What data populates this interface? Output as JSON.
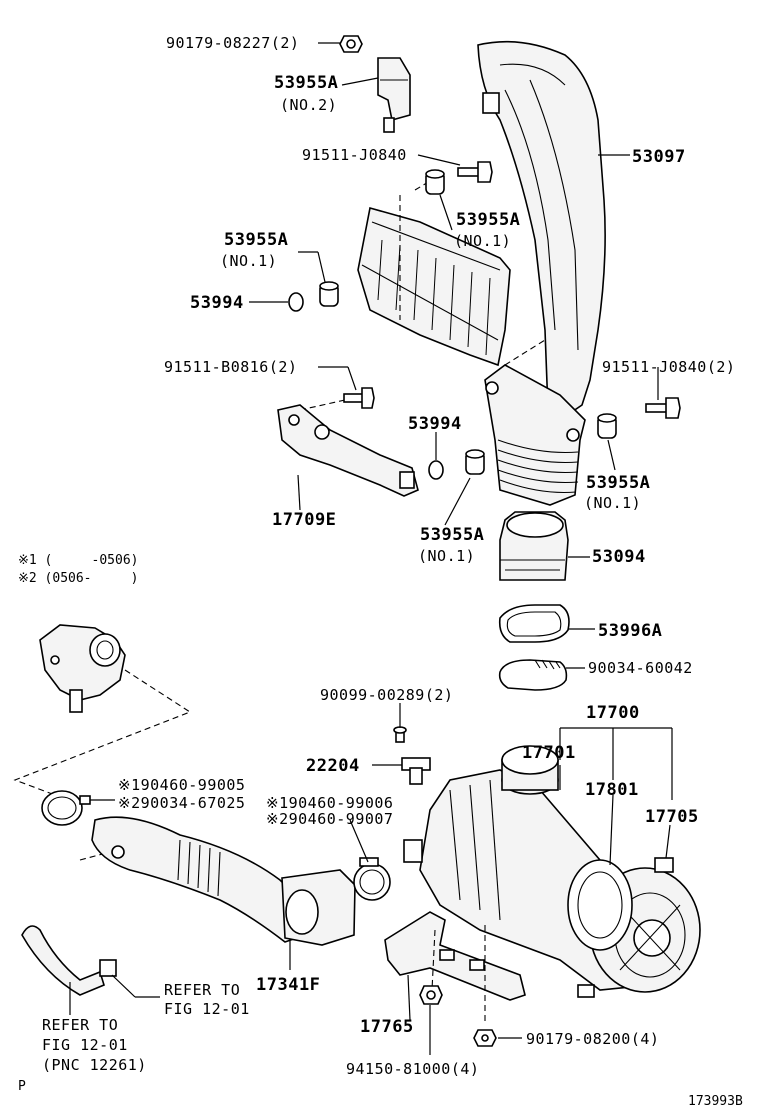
{
  "labels": {
    "p90179_08227": "90179-08227(2)",
    "p53955A_no2": "53955A",
    "p53955A_no2_sub": "(NO.2)",
    "p91511_J0840_top": "91511-J0840",
    "p53097": "53097",
    "p53955A_a": "53955A",
    "p53955A_a_sub": "(NO.1)",
    "p53955A_b": "53955A",
    "p53955A_b_sub": "(NO.1)",
    "p53994_a": "53994",
    "p91511_B0816": "91511-B0816(2)",
    "p91511_J0840_right": "91511-J0840(2)",
    "p53994_b": "53994",
    "p53955A_c": "53955A",
    "p53955A_c_sub": "(NO.1)",
    "p17709E": "17709E",
    "p53955A_d": "53955A",
    "p53955A_d_sub": "(NO.1)",
    "p53094": "53094",
    "p53996A": "53996A",
    "p90034_60042": "90034-60042",
    "p90099_00289": "90099-00289(2)",
    "p17700": "17700",
    "p22204": "22204",
    "p17701": "17701",
    "p17801": "17801",
    "p17705": "17705",
    "p90460_99005": "※190460-99005",
    "p90034_67025": "※290034-67025",
    "p90460_99006": "※190460-99006",
    "p90460_99007": "※290460-99007",
    "p17341F": "17341F",
    "p17765": "17765",
    "p90179_08200": "90179-08200(4)",
    "p94150_81000": "94150-81000(4)"
  },
  "notes": {
    "note1": "※1 (     -0506)",
    "note2": "※2 (0506-     )"
  },
  "refs": {
    "ref_a_line1": "REFER TO",
    "ref_a_line2": "FIG 12-01",
    "ref_b_line1": "REFER TO",
    "ref_b_line2": "FIG 12-01",
    "ref_b_line3": "(PNC 12261)"
  },
  "corner": {
    "bottom_left": "P",
    "figure_id": "173993B"
  }
}
